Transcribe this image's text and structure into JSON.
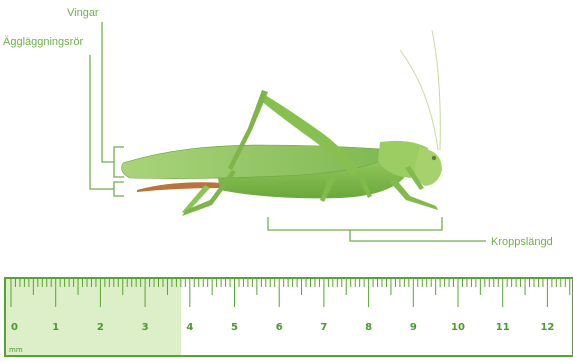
{
  "labels": {
    "wings": "Vingar",
    "ovipositor": "Äggläggningsrör",
    "body_length": "Kroppslängd"
  },
  "ruler": {
    "unit": "mm",
    "numbers": [
      "0",
      "1",
      "2",
      "3",
      "4",
      "5",
      "6",
      "7",
      "8",
      "9",
      "10",
      "11",
      "12"
    ],
    "highlighted_until": 3.8
  },
  "colors": {
    "accent": "#6fb04a",
    "ruler_fill": "#dcefc9",
    "ruler_border": "#5aa232",
    "insect_body": "#8cc456",
    "insect_dark": "#5e9a35",
    "ovipositor": "#b8743a"
  },
  "icons": [
    "grasshopper-illustration"
  ]
}
